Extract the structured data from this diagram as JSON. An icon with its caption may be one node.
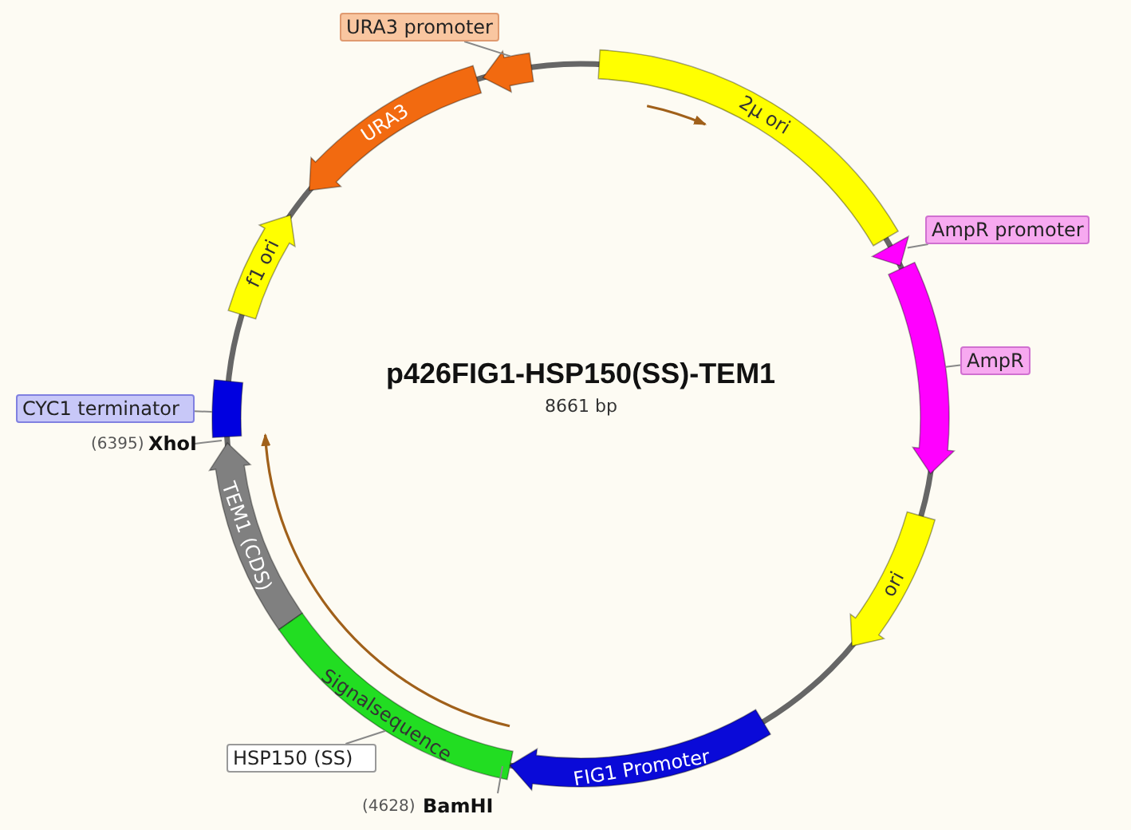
{
  "diagram": {
    "title": "p426FIG1-HSP150(SS)-TEM1",
    "nodes": [
      {
        "text": [
          "URA3 promoter"
        ]
      },
      {
        "text": [],
        "shape": "arrow"
      },
      {
        "text": [
          "URA3"
        ]
      },
      {
        "text": [
          "2µ ori"
        ]
      },
      {
        "text": [
          "AmpR promoter"
        ]
      },
      {
        "text": [],
        "shape": "arrow"
      },
      {
        "text": [],
        "shape": "arrow"
      },
      {
        "text": [
          "AmpR"
        ]
      },
      {
        "text": [
          "f1 ori"
        ]
      },
      {
        "text": [
          "CYC1 terminator"
        ]
      },
      {
        "text": [],
        "shape": "box"
      },
      {
        "text": [
          "ori"
        ]
      },
      {
        "text": [
          "TEM1 (CDS)"
        ]
      },
      {
        "text": [
          "Signalsequence"
        ]
      },
      {
        "text": [
          "HSP150 (SS)"
        ]
      },
      {
        "text": [
          "FIG1 Promoter"
        ]
      }
    ],
    "edges": [
      {
        "from": 0,
        "to": 1,
        "arrow": "none"
      },
      {
        "from": 4,
        "to": 5,
        "arrow": "none"
      },
      {
        "from": 7,
        "to": 6,
        "arrow": "none"
      },
      {
        "from": 9,
        "to": 10,
        "arrow": "none"
      },
      {
        "from": 14,
        "to": 13,
        "arrow": "none"
      }
    ],
    "labels": [
      "8661 bp",
      "(6395)",
      "XhoI",
      "(4628)",
      "BamHI"
    ]
  }
}
